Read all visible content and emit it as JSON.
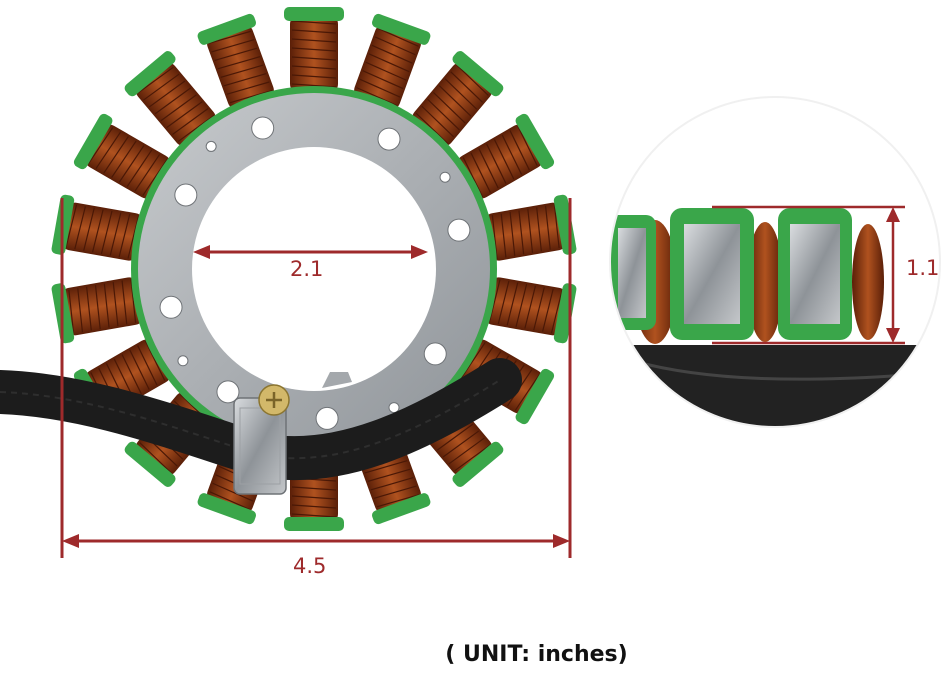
{
  "dimensions": {
    "inner_diameter": "2.1",
    "outer_diameter": "4.5",
    "height": "1.1"
  },
  "unit_caption": "( UNIT: inches)",
  "colors": {
    "dimension_line": "#9e2a2b",
    "insulator_green": "#3aa64a",
    "copper_winding": "#8a3a16",
    "steel_core": "#a9adb1",
    "cable": "#1c1c1c"
  },
  "icons": [
    "stator-photo",
    "stator-closeup-photo",
    "mounting-clip",
    "screw"
  ]
}
